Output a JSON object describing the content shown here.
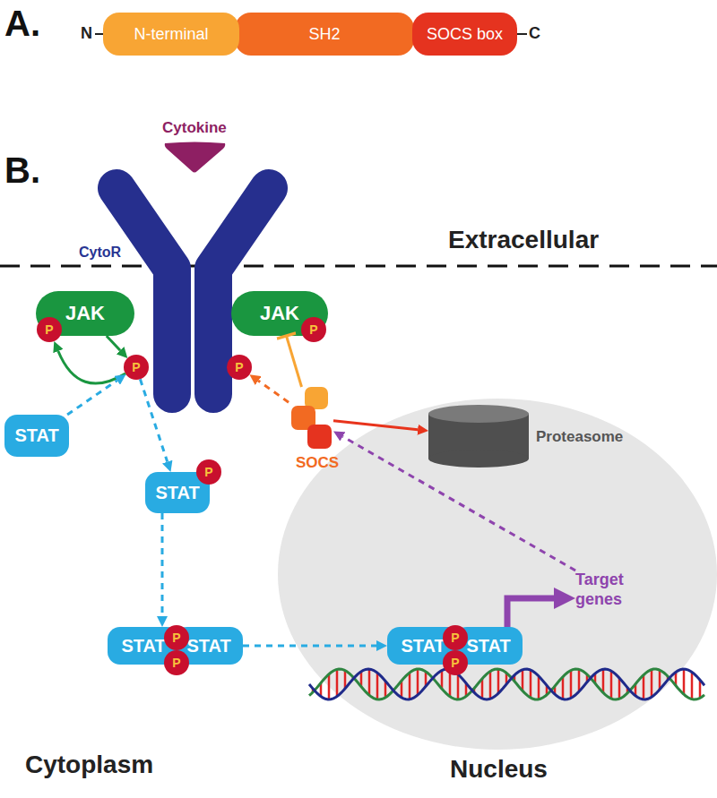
{
  "diagram": {
    "nodes": [
      {
        "text": [
          "N-terminal"
        ]
      },
      {
        "text": [
          "SH2"
        ]
      },
      {
        "text": [
          "SOCS box"
        ]
      },
      {
        "text": [
          "CytoR"
        ]
      },
      {
        "text": [
          "JAK"
        ]
      },
      {
        "text": [
          "P"
        ]
      },
      {
        "text": [
          "P"
        ],
        "in": 3
      },
      {
        "text": [
          "JAK"
        ]
      },
      {
        "text": [
          "P"
        ]
      },
      {
        "text": [
          "P"
        ],
        "in": 3
      },
      {
        "text": [
          "STAT"
        ]
      },
      {
        "text": [
          "STAT"
        ]
      },
      {
        "text": [
          "P"
        ]
      },
      {
        "text": [
          "SOCS"
        ]
      },
      {
        "text": [
          "Proteasome"
        ]
      },
      {
        "text": [
          "STAT"
        ]
      },
      {
        "text": [
          "STAT"
        ]
      },
      {
        "text": [
          "P"
        ]
      },
      {
        "text": [
          "P"
        ]
      },
      {
        "text": [
          "Nucleus"
        ]
      },
      {
        "text": [
          "STAT"
        ],
        "in": 19
      },
      {
        "text": [
          "STAT"
        ],
        "in": 19
      },
      {
        "text": [
          "P"
        ],
        "in": 19
      },
      {
        "text": [
          "P"
        ],
        "in": 19
      },
      {
        "text": [
          "Target genes"
        ],
        "in": 19
      }
    ],
    "edges": [
      {
        "from": 4,
        "to": 6,
        "arrow": "to"
      },
      {
        "from": 6,
        "to": 5,
        "arrow": "to"
      },
      {
        "from": 10,
        "to": 6,
        "arrow": "to"
      },
      {
        "from": 6,
        "to": 11,
        "arrow": "to"
      },
      {
        "from": 11,
        "to": 15,
        "arrow": "to"
      },
      {
        "from": 16,
        "to": 20,
        "arrow": "to"
      },
      {
        "from": 21,
        "to": 24,
        "arrow": "to"
      },
      {
        "from": 24,
        "to": 13,
        "arrow": "to"
      },
      {
        "from": 13,
        "to": 9,
        "arrow": "to"
      },
      {
        "from": 13,
        "to": 7,
        "arrow": "to"
      },
      {
        "from": 13,
        "to": 14,
        "arrow": "to"
      }
    ],
    "labels": [
      "A.",
      "N",
      "C",
      "B.",
      "Cytokine",
      "Extracellular",
      "Cytoplasm"
    ]
  }
}
